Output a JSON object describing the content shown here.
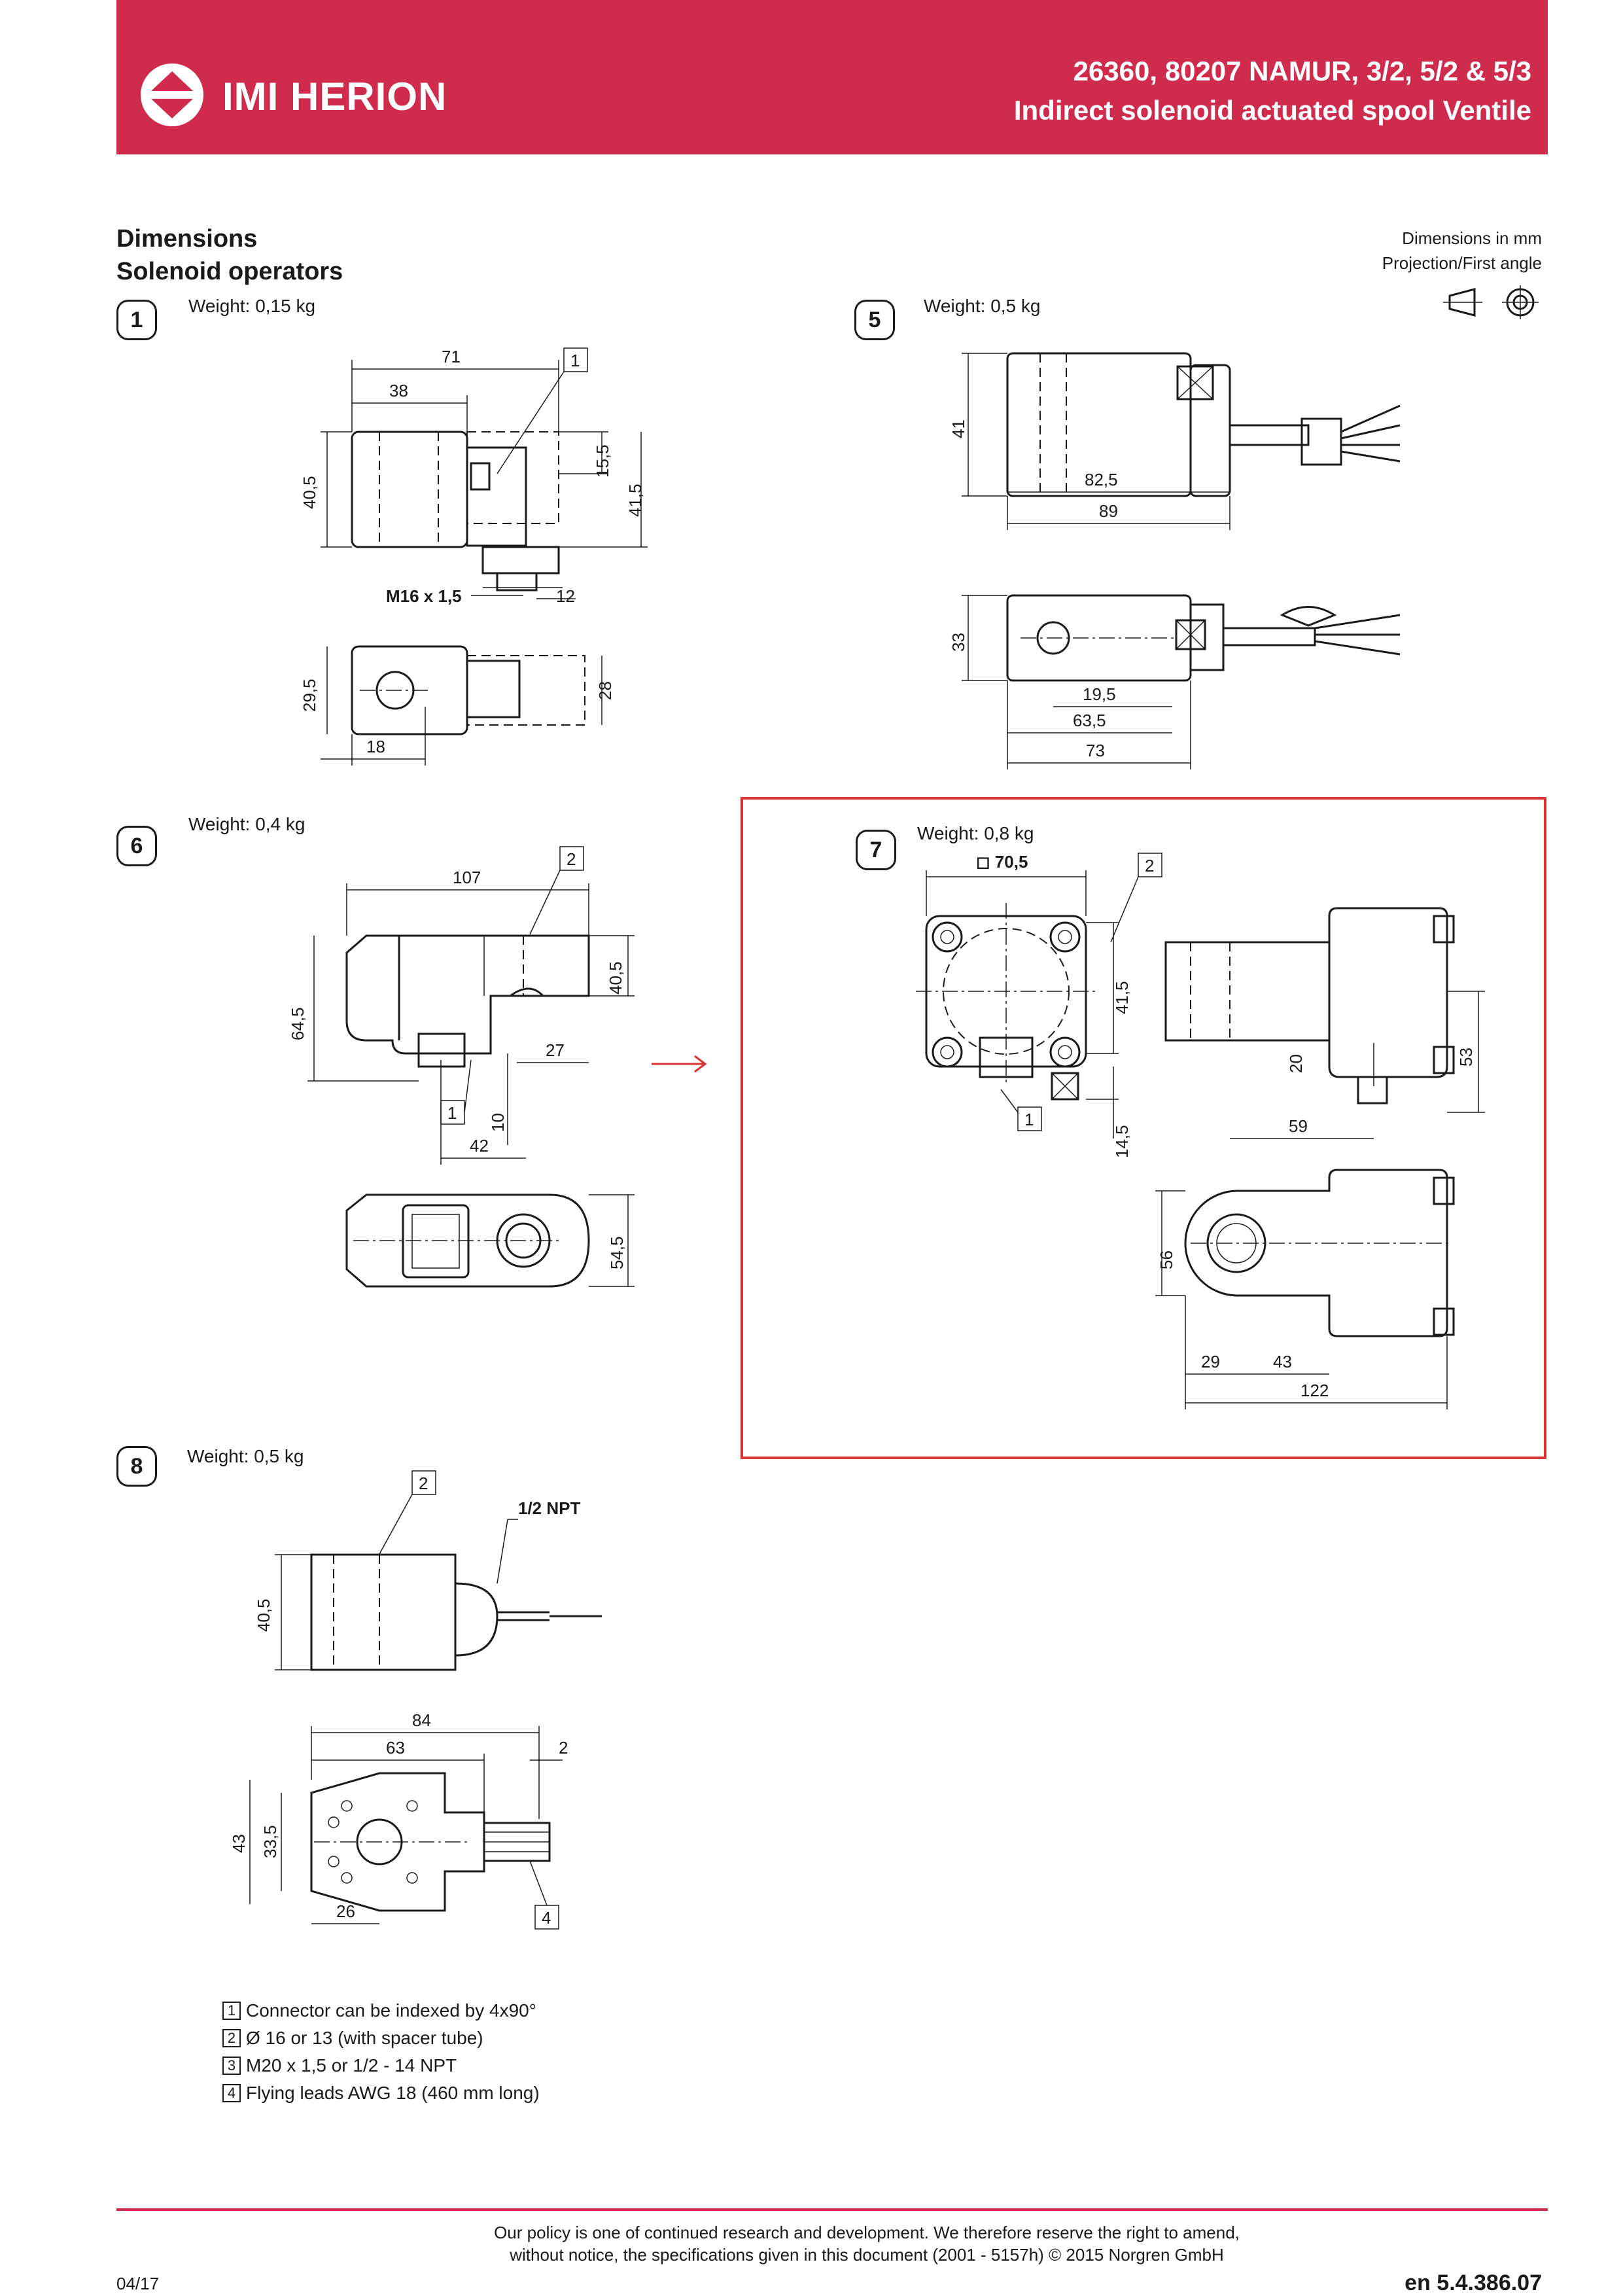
{
  "header": {
    "brand": "IMI HERION",
    "title_line1": "26360, 80207 NAMUR, 3/2, 5/2 & 5/3",
    "title_line2": "Indirect solenoid actuated spool Ventile",
    "colors": {
      "banner": "#cf2b4c",
      "text": "#ffffff"
    }
  },
  "section": {
    "title": "Dimensions",
    "subtitle": "Solenoid operators"
  },
  "dimension_note": {
    "line1": "Dimensions in mm",
    "line2": "Projection/First angle",
    "icon": "first-angle-projection-icon"
  },
  "figures": [
    {
      "number": "1",
      "weight": "Weight: 0,15 kg",
      "dims": [
        "71",
        "38",
        "1",
        "15,5",
        "40,5",
        "41,5",
        "M16 x 1,5",
        "12",
        "29,5",
        "28",
        "18"
      ]
    },
    {
      "number": "5",
      "weight": "Weight: 0,5 kg",
      "dims": [
        "41",
        "82,5",
        "89",
        "33",
        "19,5",
        "63,5",
        "73"
      ]
    },
    {
      "number": "6",
      "weight": "Weight: 0,4 kg",
      "dims": [
        "107",
        "2",
        "64,5",
        "40,5",
        "27",
        "1",
        "10",
        "42",
        "54,5"
      ]
    },
    {
      "number": "7",
      "weight": "Weight: 0,8 kg",
      "dims": [
        "◻ 70,5",
        "2",
        "41,5",
        "20",
        "53",
        "1",
        "14,5",
        "59",
        "56",
        "29",
        "43",
        "122"
      ]
    },
    {
      "number": "8",
      "weight": "Weight: 0,5 kg",
      "dims": [
        "2",
        "1/2 NPT",
        "40,5",
        "84",
        "63",
        "2",
        "43",
        "33,5",
        "26",
        "4"
      ]
    }
  ],
  "highlight": {
    "color": "#d93434",
    "arrow": "→"
  },
  "notes": [
    {
      "num": "1",
      "text": "Connector can be indexed by 4x90°"
    },
    {
      "num": "2",
      "text": "Ø 16 or 13 (with spacer tube)"
    },
    {
      "num": "3",
      "text": "M20 x 1,5 or 1/2 - 14 NPT"
    },
    {
      "num": "4",
      "text": "Flying leads AWG 18 (460 mm long)"
    }
  ],
  "footer": {
    "date": "04/17",
    "policy_line1": "Our policy is one of continued research and development. We therefore reserve the right to amend,",
    "policy_line2": "without notice, the specifications given in this document (2001 - 5157h) © 2015 Norgren GmbH",
    "doc_number": "en 5.4.386.07",
    "rule_color": "#cf2b4c"
  }
}
